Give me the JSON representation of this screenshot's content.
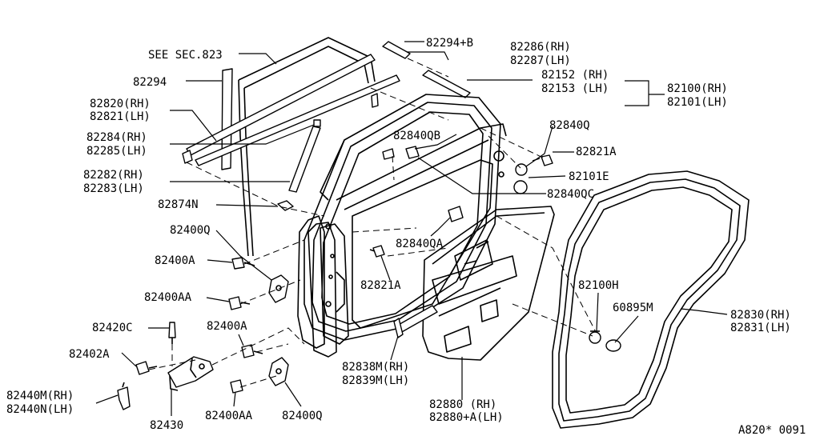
{
  "labels": {
    "see_sec": "SEE SEC.823",
    "p82294": "82294",
    "p82294b": "82294+B",
    "p82286": "82286(RH)",
    "p82287": "82287(LH)",
    "p82152": "82152 (RH)",
    "p82153": "82153 (LH)",
    "p82100": "82100(RH)",
    "p82101": "82101(LH)",
    "p82820": "82820(RH)",
    "p82821": "82821(LH)",
    "p82284": "82284(RH)",
    "p82285": "82285(LH)",
    "p82840qb": "82840QB",
    "p82840q": "82840Q",
    "p82821a_top": "82821A",
    "p82101e": "82101E",
    "p82282": "82282(RH)",
    "p82283": "82283(LH)",
    "p82840qc": "82840QC",
    "p82874n": "82874N",
    "p82400q_top": "82400Q",
    "p82840qa": "82840QA",
    "p82400a_top": "82400A",
    "p82821a_mid": "82821A",
    "p82100h": "82100H",
    "p82400aa_top": "82400AA",
    "p60895m": "60895M",
    "p82830": "82830(RH)",
    "p82831": "82831(LH)",
    "p82420c": "82420C",
    "p82400a_bot": "82400A",
    "p82402a": "82402A",
    "p82838m": "82838M(RH)",
    "p82839m": "82839M(LH)",
    "p82440m": "82440M(RH)",
    "p82440n": "82440N(LH)",
    "p82880_rh": "82880   (RH)",
    "p82880_lh": "82880+A(LH)",
    "p82430": "82430",
    "p82400aa_bot": "82400AA",
    "p82400q_bot": "82400Q",
    "ref_code": "A820* 0091"
  }
}
